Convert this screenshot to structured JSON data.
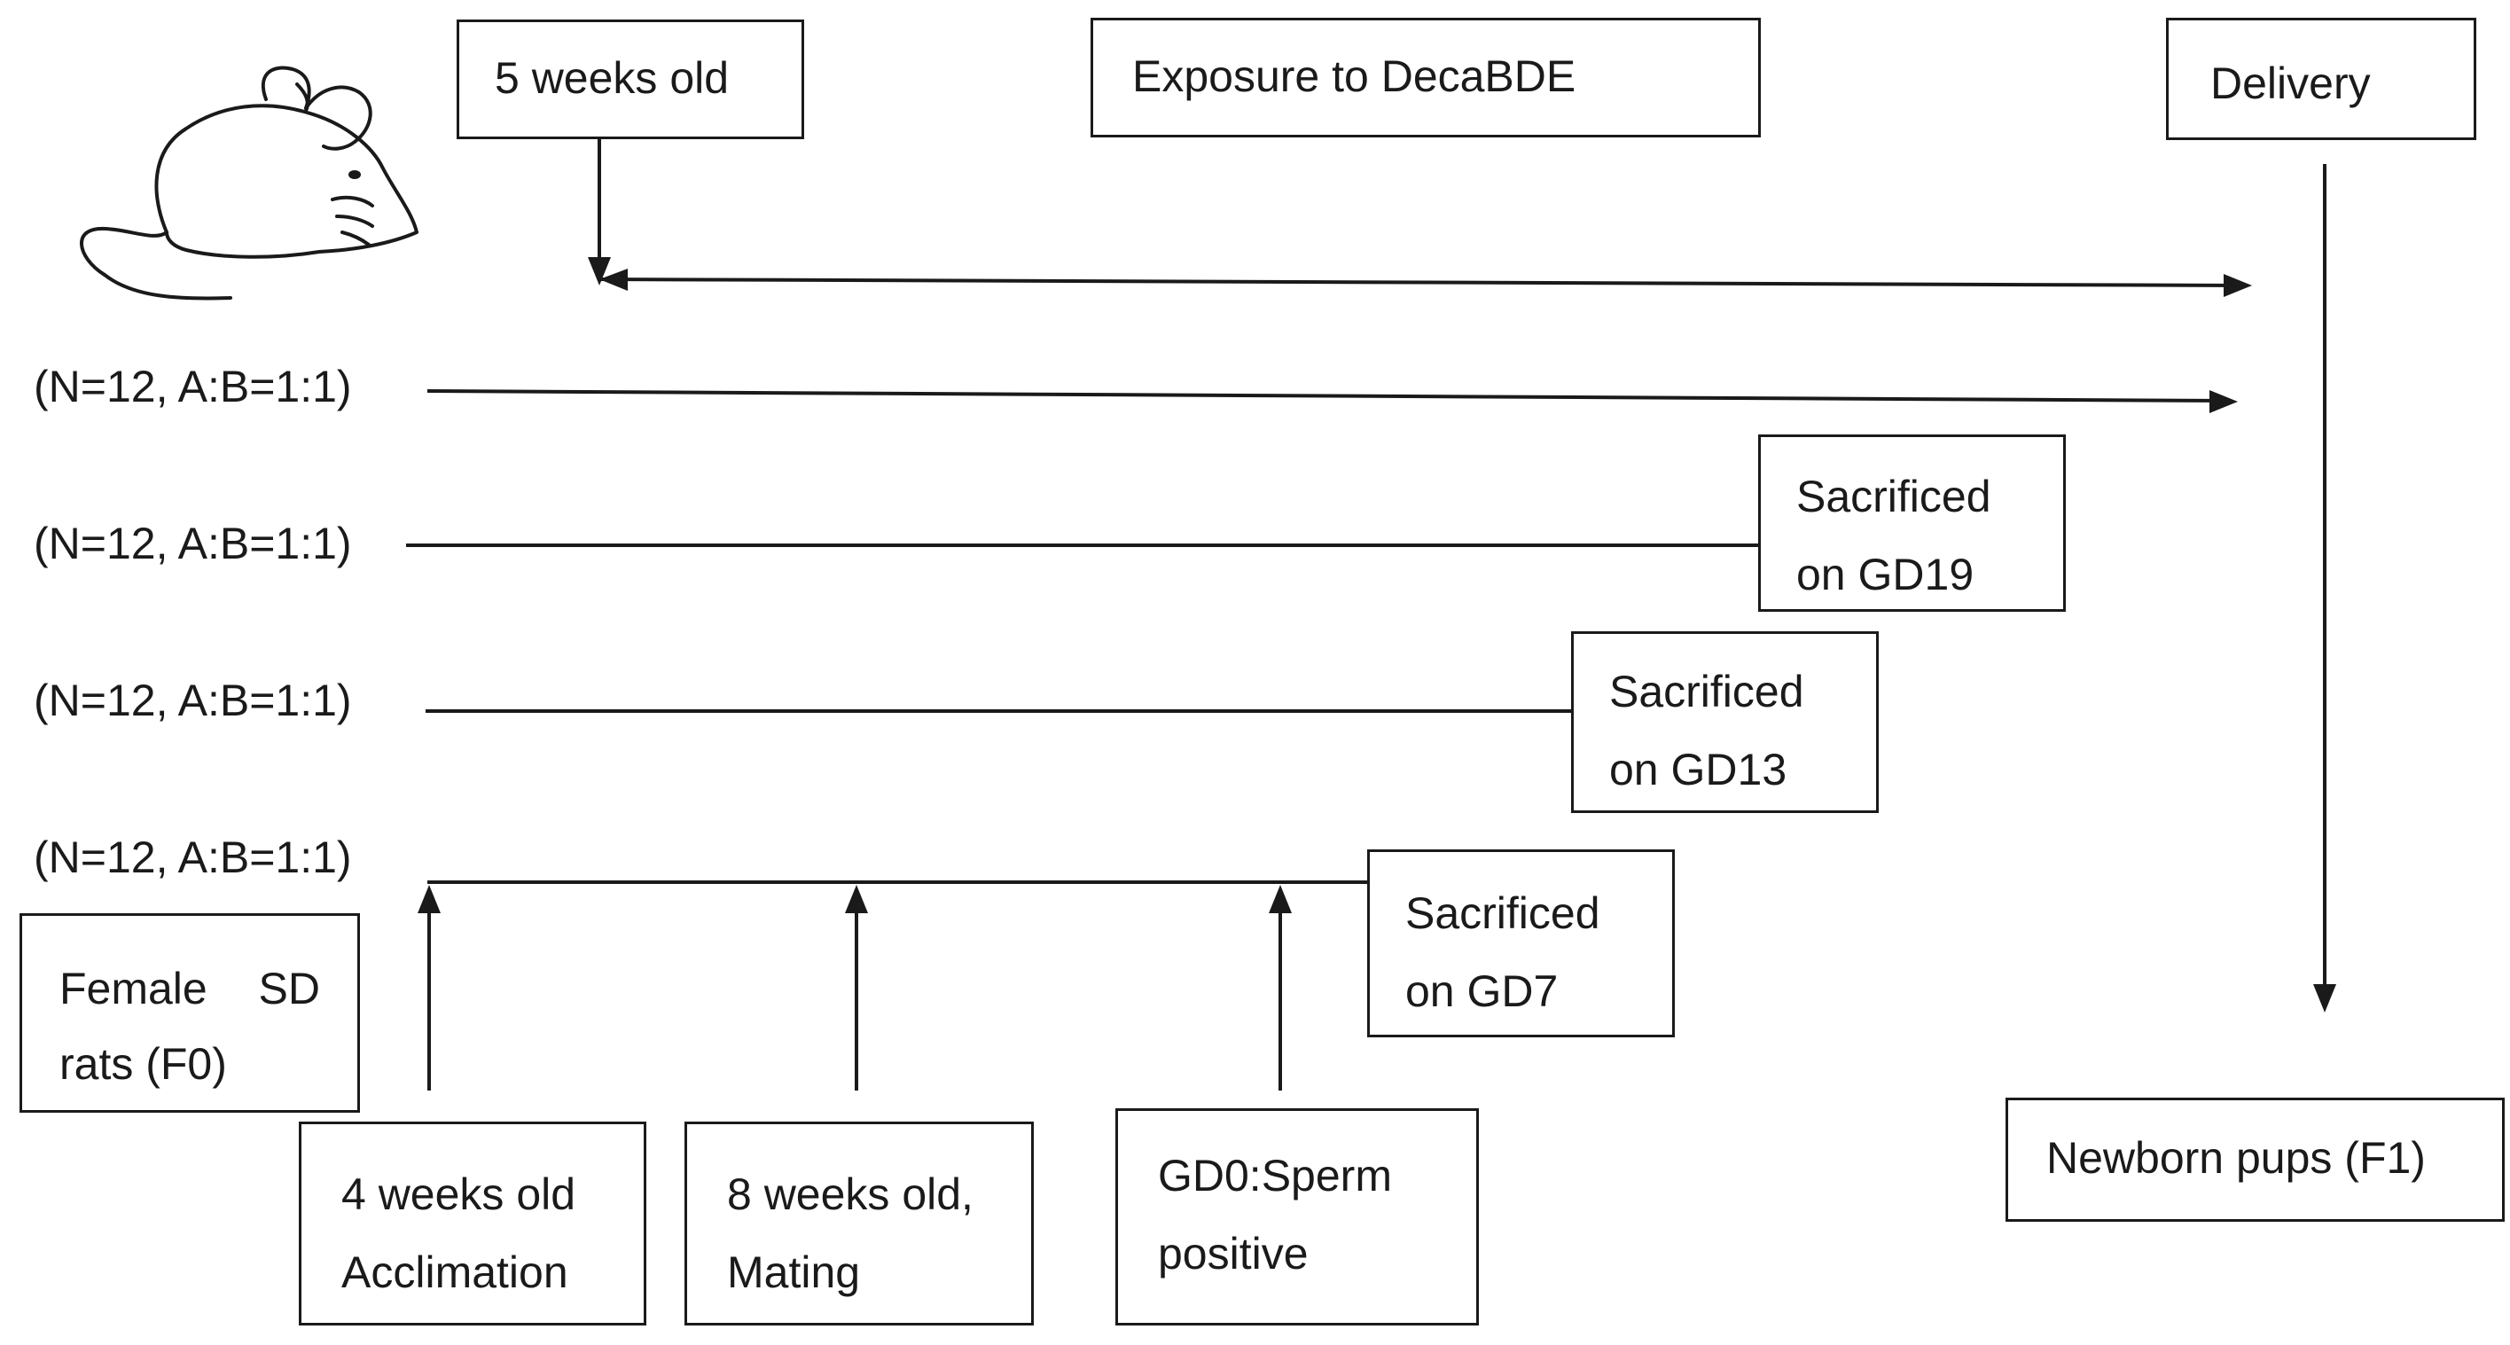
{
  "boxes": {
    "five_weeks": "5 weeks old",
    "exposure": "Exposure to DecaBDE",
    "delivery": "Delivery",
    "sacrificed_gd19": [
      "Sacrificed",
      "on GD19"
    ],
    "sacrificed_gd13": [
      "Sacrificed",
      "on GD13"
    ],
    "sacrificed_gd7": [
      "Sacrificed",
      "on GD7"
    ],
    "female_rats": [
      "Female",
      "SD",
      "rats (F0)"
    ],
    "acclimation": [
      "4 weeks old",
      "Acclimation"
    ],
    "mating": [
      "8 weeks old,",
      "Mating"
    ],
    "sperm": [
      "GD0:Sperm",
      "positive"
    ],
    "newborn": "Newborn pups (F1)"
  },
  "groups": [
    "(N=12, A:B=1:1)",
    "(N=12, A:B=1:1)",
    "(N=12, A:B=1:1)",
    "(N=12, A:B=1:1)"
  ],
  "colors": {
    "ink": "#1a1a1a",
    "background": "#ffffff"
  },
  "icons": [
    "rat-icon"
  ]
}
